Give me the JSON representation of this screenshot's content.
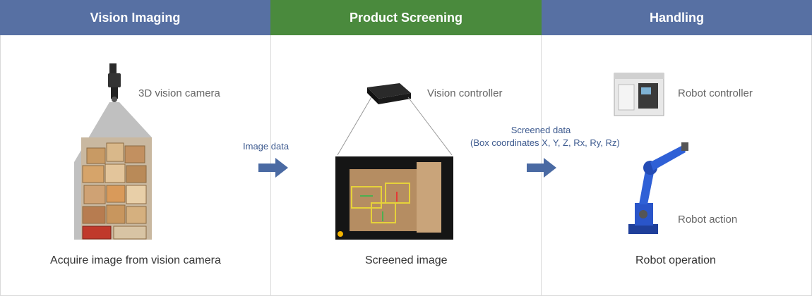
{
  "colors": {
    "header_blue": "#5770a3",
    "header_green": "#4a8a3d",
    "arrow_blue": "#4a6aa3"
  },
  "columns": [
    {
      "header": "Vision Imaging",
      "device_label": "3D vision camera",
      "caption": "Acquire image from vision camera"
    },
    {
      "header": "Product Screening",
      "device_label": "Vision controller",
      "caption": "Screened image"
    },
    {
      "header": "Handling",
      "device_label": "Robot controller",
      "action_label": "Robot action",
      "caption": "Robot operation"
    }
  ],
  "flows": {
    "image_data": "Image data",
    "screened_data_line1": "Screened data",
    "screened_data_line2": "(Box coordinates X, Y, Z, Rx, Ry, Rz)"
  },
  "icons": [
    "camera-icon",
    "vision-controller-icon",
    "robot-controller-icon",
    "robot-arm-icon",
    "flow-arrow-icon"
  ]
}
